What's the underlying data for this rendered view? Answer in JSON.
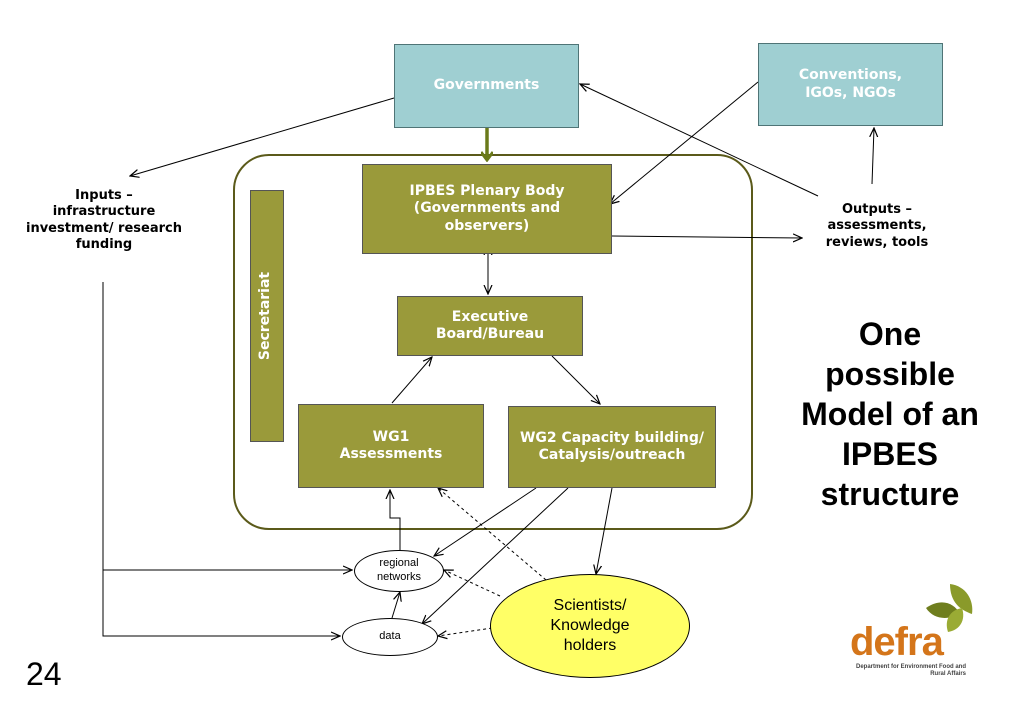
{
  "nodes": {
    "governments": "Governments",
    "conventions": "Conventions, IGOs, NGOs",
    "plenary": "IPBES Plenary Body (Governments and observers)",
    "executive": "Executive Board/Bureau",
    "wg1": "WG1 Assessments",
    "wg2": "WG2 Capacity building/ Catalysis/outreach",
    "secretariat": "Secretariat",
    "inputs": "Inputs – infrastructure investment/ research funding",
    "outputs": "Outputs – assessments, reviews, tools",
    "regional_networks": "regional networks",
    "data": "data",
    "scientists": "Scientists/ Knowledge holders"
  },
  "title": "One possible Model of an IPBES structure",
  "page_number": "24",
  "logo": {
    "word": "defra",
    "subtitle": "Department for Environment Food and Rural Affairs"
  },
  "colors": {
    "teal_box": "#9fcfd2",
    "olive_box": "#9a9a3a",
    "frame": "#5b5a1a",
    "scientists_fill": "#ffff66",
    "logo_orange": "#d4751a",
    "logo_green": "#8a9a2a"
  }
}
